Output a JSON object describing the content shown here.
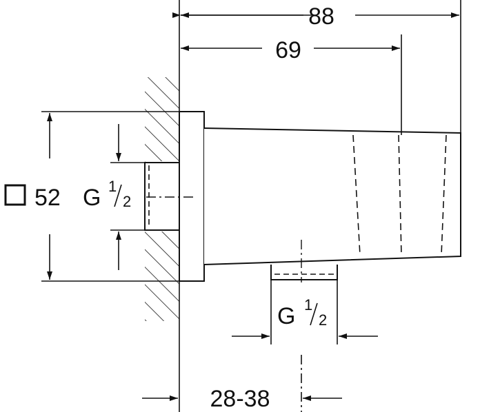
{
  "drawing": {
    "colors": {
      "line": "#111111",
      "background": "#ffffff"
    },
    "dimensions": {
      "overall_length": "88",
      "body_length": "69",
      "flange_size": "52",
      "wall_range": "28-38",
      "inlet_thread": {
        "letter": "G",
        "num": "1",
        "den": "2"
      },
      "outlet_thread": {
        "letter": "G",
        "num": "1",
        "den": "2"
      }
    },
    "icons": {
      "square_symbol": "square-icon"
    }
  }
}
